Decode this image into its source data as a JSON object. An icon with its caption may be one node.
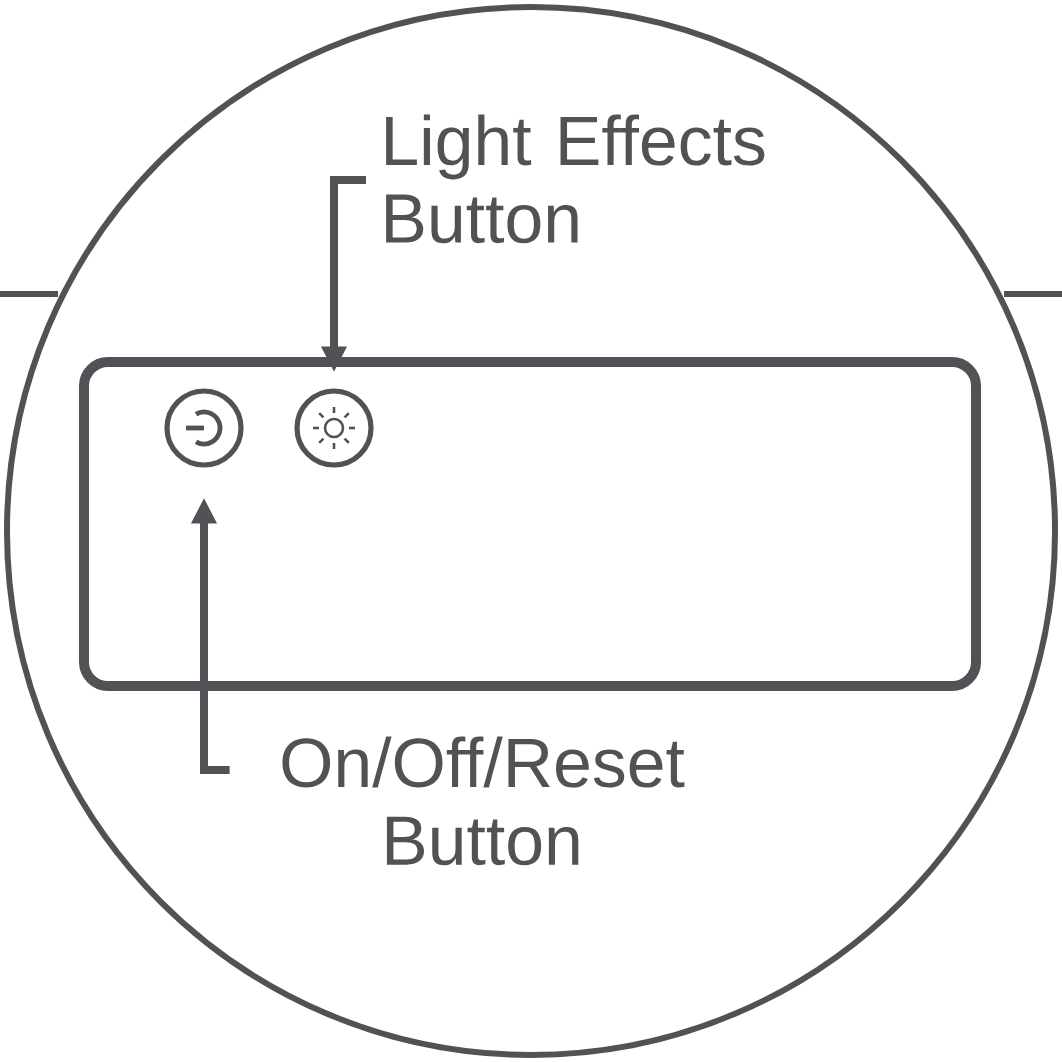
{
  "diagram": {
    "nodes": [
      {
        "text": [
          "Light Effects Button"
        ]
      },
      {
        "text": [],
        "shape": "circle"
      },
      {
        "text": [],
        "shape": "circle"
      },
      {
        "text": [
          "On/Off/Reset Button"
        ]
      }
    ],
    "edges": [
      {
        "from": 0,
        "to": 2,
        "arrow": "to"
      },
      {
        "from": 3,
        "to": 1,
        "arrow": "to"
      }
    ]
  }
}
